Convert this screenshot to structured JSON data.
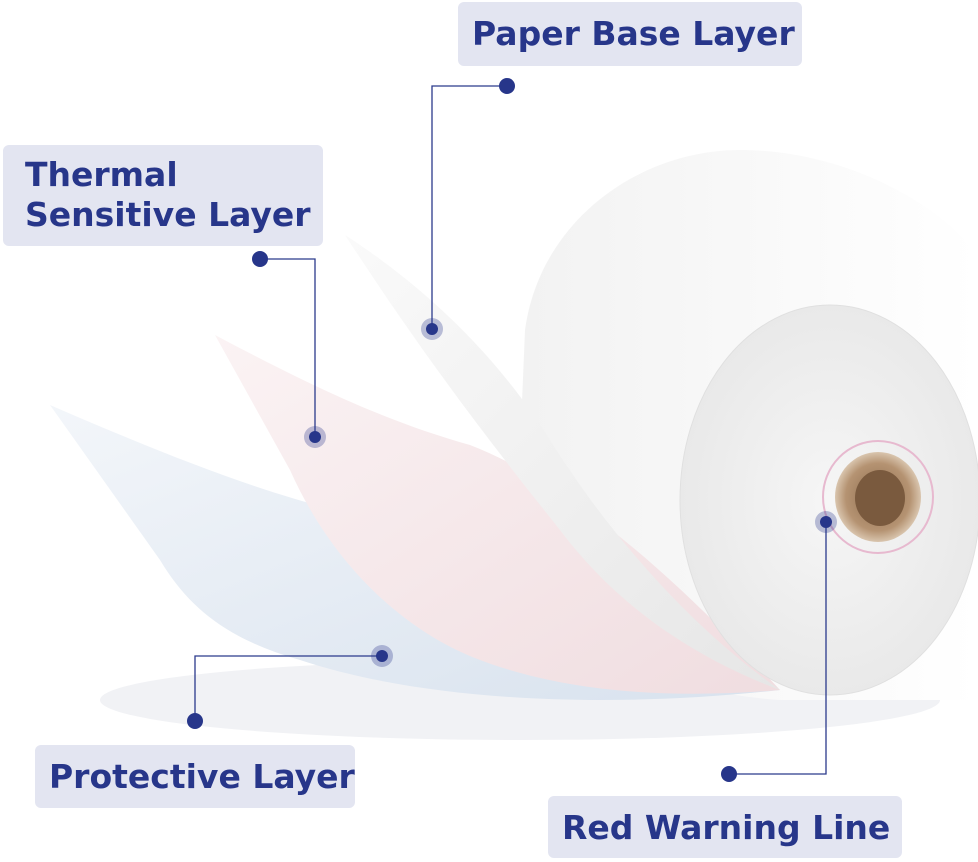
{
  "labels": {
    "paper_base": "Paper Base Layer",
    "thermal_line1": "Thermal",
    "thermal_line2": "Sensitive Layer",
    "protective": "Protective Layer",
    "red_warning": "Red Warning Line"
  },
  "colors": {
    "label_text": "#27368a",
    "label_bg": "#e3e5f1",
    "leader_line": "#2b3a8c"
  }
}
